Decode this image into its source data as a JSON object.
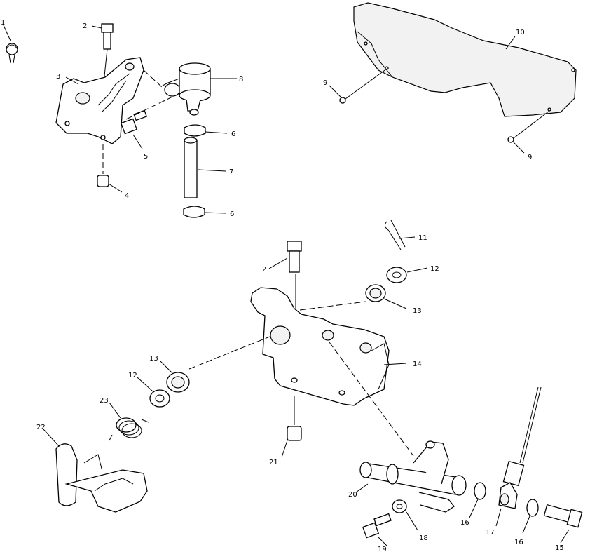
{
  "callouts": {
    "c1": "1",
    "c2a": "2",
    "c2b": "2",
    "c3": "3",
    "c4": "4",
    "c5": "5",
    "c6a": "6",
    "c6b": "6",
    "c7": "7",
    "c8": "8",
    "c9a": "9",
    "c9b": "9",
    "c10": "10",
    "c11": "11",
    "c12a": "12",
    "c12b": "12",
    "c13a": "13",
    "c13b": "13",
    "c14": "14",
    "c15": "15",
    "c16a": "16",
    "c16b": "16",
    "c17": "17",
    "c18": "18",
    "c19": "19",
    "c20": "20",
    "c21": "21",
    "c22": "22",
    "c23": "23"
  }
}
